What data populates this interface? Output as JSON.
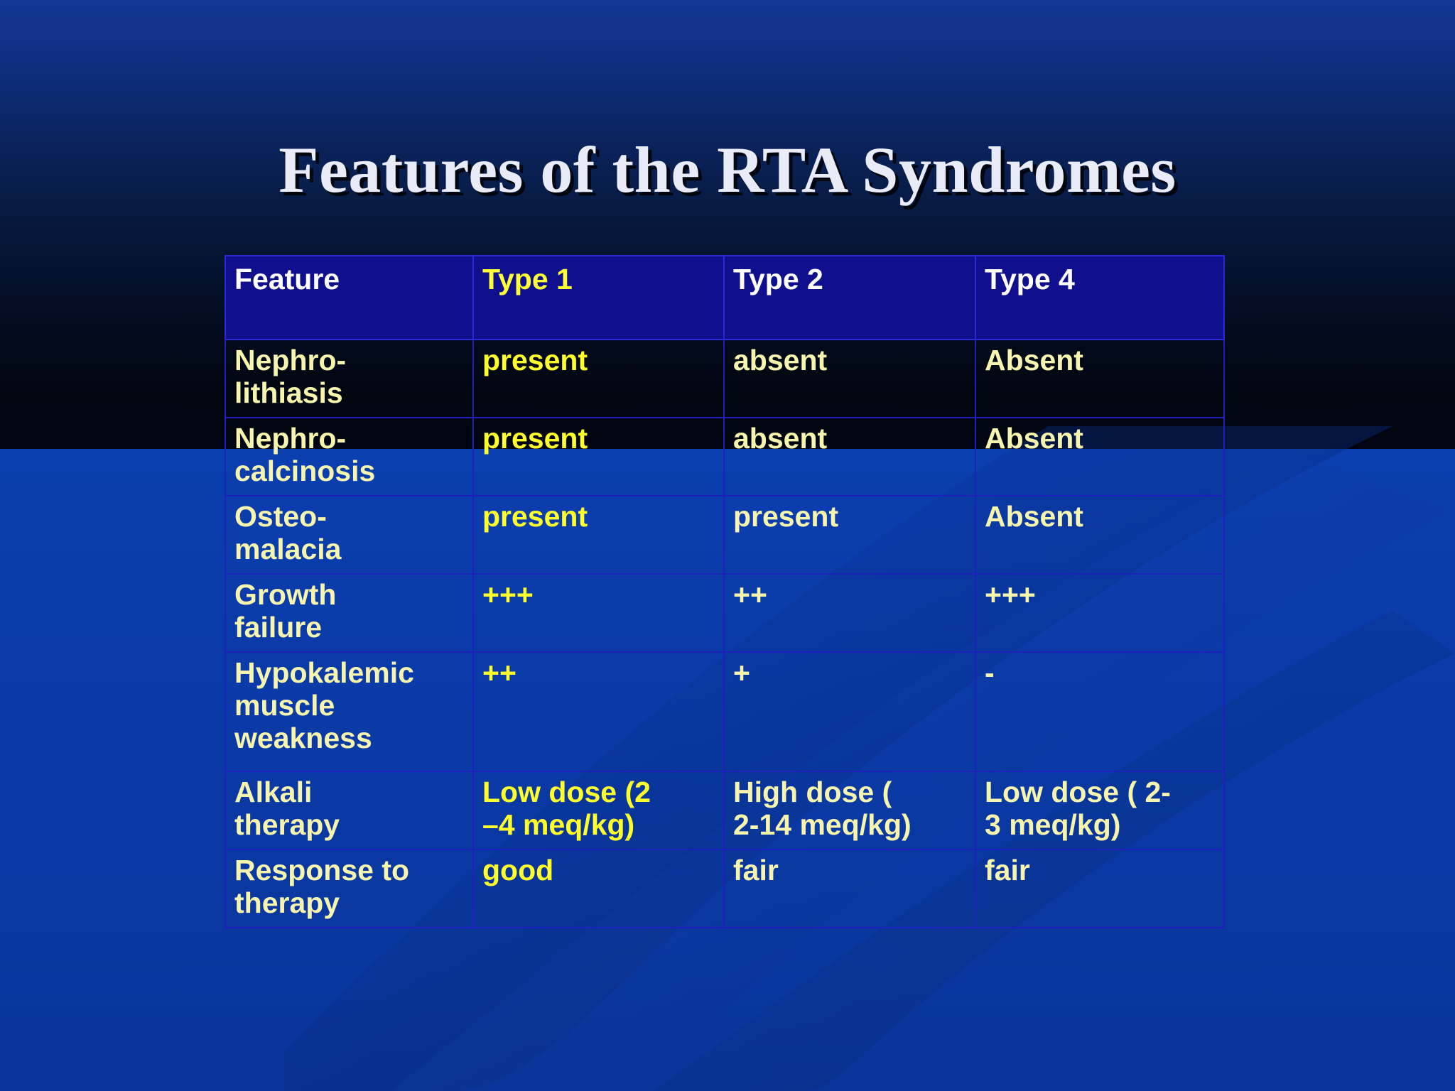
{
  "slide": {
    "title": "Features of the RTA Syndromes",
    "colors": {
      "background_top": "#010511",
      "background_bottom": "#0a39a6",
      "header_background": "#10108f",
      "border": "#1f1fbe",
      "title_text": "#e9ecf7",
      "accent_yellow": "#ffff2b",
      "body_cream": "#f7f4ae",
      "header_white": "#ffffff"
    }
  },
  "table": {
    "headers": [
      {
        "label": "Feature",
        "color": "white"
      },
      {
        "label": "Type 1",
        "color": "yellow"
      },
      {
        "label": "Type 2",
        "color": "white"
      },
      {
        "label": "Type 4",
        "color": "white"
      }
    ],
    "rows": [
      {
        "feature_lines": [
          "Nephro-",
          "lithiasis"
        ],
        "feature": "Nephro-lithiasis",
        "type1": "present",
        "type2": "absent",
        "type4": "Absent"
      },
      {
        "feature_lines": [
          "Nephro-",
          "calcinosis"
        ],
        "feature": "Nephro-calcinosis",
        "type1": "present",
        "type2": "absent",
        "type4": "Absent"
      },
      {
        "feature_lines": [
          "Osteo-",
          "malacia"
        ],
        "feature": "Osteo-malacia",
        "type1": "present",
        "type2": "present",
        "type4": "Absent"
      },
      {
        "feature_lines": [
          "Growth",
          "failure"
        ],
        "feature": "Growth failure",
        "type1": "+++",
        "type2": "++",
        "type4": "+++"
      },
      {
        "feature_lines": [
          "Hypokalemic",
          "muscle",
          "weakness"
        ],
        "feature": "Hypokalemic muscle weakness",
        "type1": "++",
        "type2": "+",
        "type4": "-"
      },
      {
        "feature_lines": [
          "Alkali",
          "therapy"
        ],
        "feature": "Alkali therapy",
        "type1_lines": [
          "Low dose (2",
          "–4 meq/kg)"
        ],
        "type1": "Low dose (2 –4 meq/kg)",
        "type2_lines": [
          "High dose (",
          "2-14 meq/kg)"
        ],
        "type2": "High dose ( 2-14 meq/kg)",
        "type4_lines": [
          "Low dose ( 2-",
          "3 meq/kg)"
        ],
        "type4": "Low dose ( 2-3 meq/kg)"
      },
      {
        "feature_lines": [
          "Response to",
          "therapy"
        ],
        "feature": "Response to therapy",
        "type1": "good",
        "type2": "fair",
        "type4": "fair"
      }
    ]
  }
}
